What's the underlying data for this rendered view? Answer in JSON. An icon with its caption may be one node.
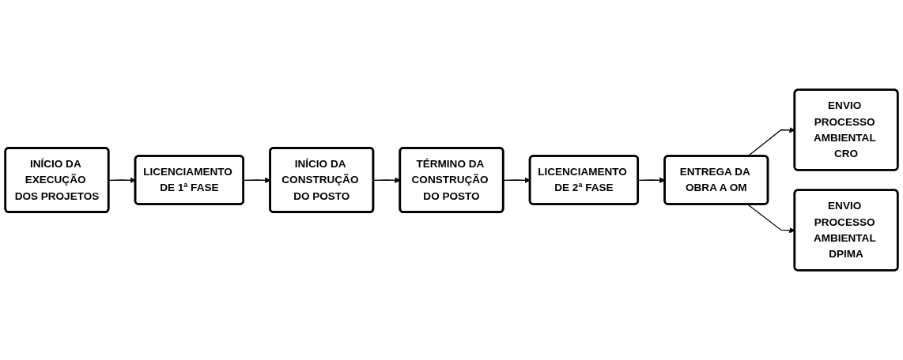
{
  "diagram": {
    "nodes": [
      {
        "text": [
          "INÍCIO DA EXECUÇÃO DOS PROJETOS"
        ]
      },
      {
        "text": [
          "LICENCIAMENTO DE 1ª FASE"
        ]
      },
      {
        "text": [
          "INÍCIO DA CONSTRUÇÃO DO POSTO"
        ]
      },
      {
        "text": [
          "TÉRMINO DA CONSTRUÇÃO DO POSTO"
        ]
      },
      {
        "text": [
          "LICENCIAMENTO DE 2ª FASE"
        ]
      },
      {
        "text": [
          "ENTREGA DA OBRA A OM"
        ]
      },
      {
        "text": [
          "ENVIO PROCESSO AMBIENTAL CRO"
        ]
      },
      {
        "text": [
          "ENVIO PROCESSO AMBIENTAL DPIMA"
        ]
      }
    ],
    "edges": [
      {
        "from": 0,
        "to": 1,
        "arrow": "to"
      },
      {
        "from": 1,
        "to": 2,
        "arrow": "to"
      },
      {
        "from": 2,
        "to": 3,
        "arrow": "to"
      },
      {
        "from": 3,
        "to": 4,
        "arrow": "to"
      },
      {
        "from": 4,
        "to": 5,
        "arrow": "to"
      },
      {
        "from": 5,
        "to": 6,
        "arrow": "to"
      },
      {
        "from": 5,
        "to": 7,
        "arrow": "to"
      }
    ]
  }
}
